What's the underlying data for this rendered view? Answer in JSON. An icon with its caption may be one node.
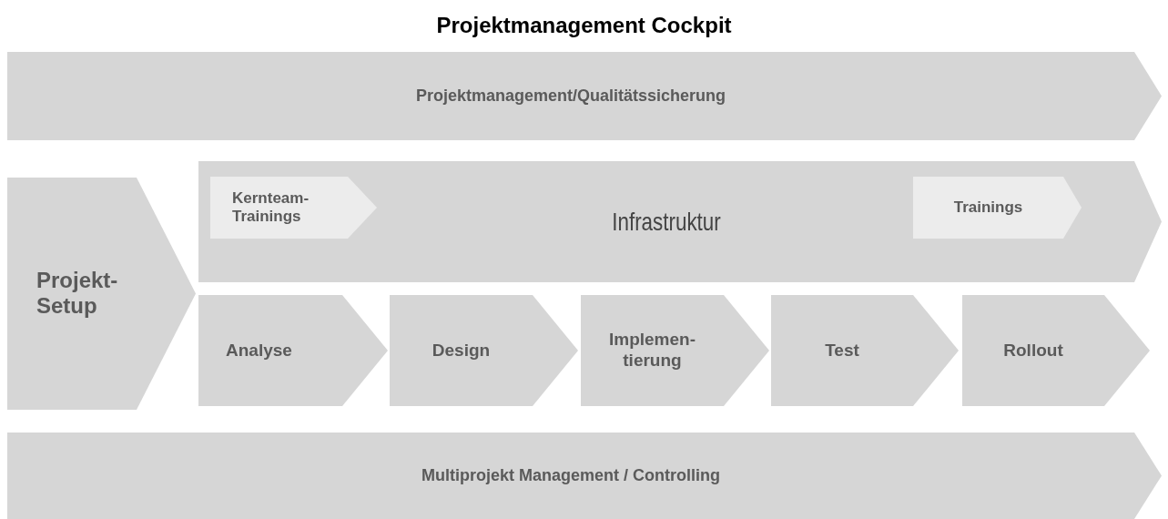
{
  "diagram": {
    "title": "Projektmanagement Cockpit",
    "nodes": [
      {
        "text": [
          "Projektmanagement/Qualitätssicherung"
        ]
      },
      {
        "text": [
          "Projekt- Setup"
        ]
      },
      {
        "text": [
          "Infrastruktur"
        ]
      },
      {
        "text": [
          "Kernteam- Trainings"
        ],
        "in": 2
      },
      {
        "text": [
          "Trainings"
        ],
        "in": 2
      },
      {
        "text": [
          "Analyse"
        ]
      },
      {
        "text": [
          "Design"
        ]
      },
      {
        "text": [
          "Implemen- tierung"
        ]
      },
      {
        "text": [
          "Test"
        ]
      },
      {
        "text": [
          "Rollout"
        ]
      },
      {
        "text": [
          "Multiprojekt Management / Controlling"
        ]
      }
    ]
  }
}
